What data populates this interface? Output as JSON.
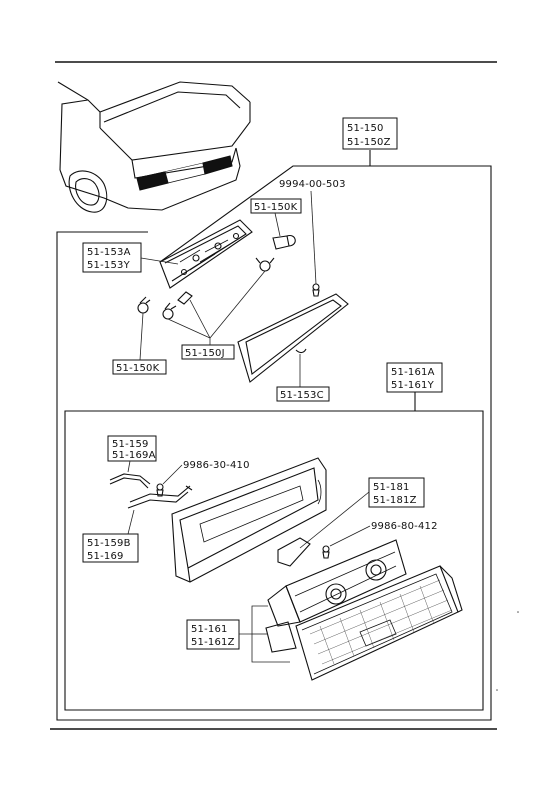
{
  "part_labels": {
    "tail_lamp_assembly": [
      "51-150",
      "51-150Z"
    ],
    "screw_top": "9994-00-503",
    "bulb_small": "51-150K",
    "socket_plate": [
      "51-153A",
      "51-153Y"
    ],
    "bulb_large_left": "51-150K",
    "bulbs_group": "51-150J",
    "gasket": "51-153C",
    "housing_assembly": [
      "51-161A",
      "51-161Y"
    ],
    "trim_a": [
      "51-159",
      "51-169A"
    ],
    "screw_trim": "9986-30-410",
    "trim_b": [
      "51-159B",
      "51-169"
    ],
    "reflector": [
      "51-181",
      "51-181Z"
    ],
    "screw_reflector": "9986-80-412",
    "lens": [
      "51-161",
      "51-161Z"
    ]
  }
}
